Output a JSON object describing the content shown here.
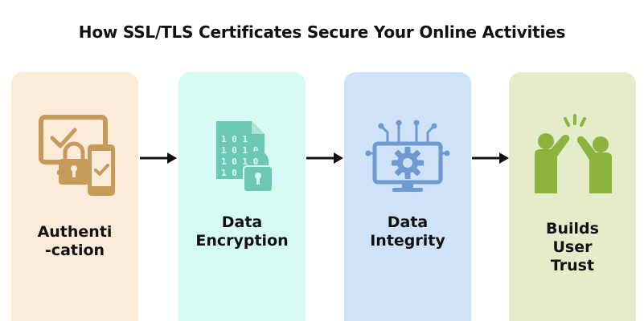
{
  "title": "How SSL/TLS Certificates Secure Your Online Activities",
  "colors": {
    "card1_bg": "#fdebd9",
    "card2_bg": "#d6faf4",
    "card3_bg": "#cfe2f8",
    "card4_bg": "#e4ecca",
    "icon1": "#c89a5a",
    "icon2": "#6cc8b4",
    "icon3": "#6f9ad1",
    "icon4": "#8cb33e"
  },
  "steps": [
    {
      "label_line1": "Authenti",
      "label_line2": "-cation",
      "label_line3": "",
      "icon": "devices-lock-icon"
    },
    {
      "label_line1": "Data",
      "label_line2": "Encryption",
      "label_line3": "",
      "icon": "encrypted-file-lock-icon"
    },
    {
      "label_line1": "Data",
      "label_line2": "Integrity",
      "label_line3": "",
      "icon": "gear-monitor-icon"
    },
    {
      "label_line1": "Builds",
      "label_line2": "User",
      "label_line3": "Trust",
      "icon": "high-five-icon"
    }
  ]
}
